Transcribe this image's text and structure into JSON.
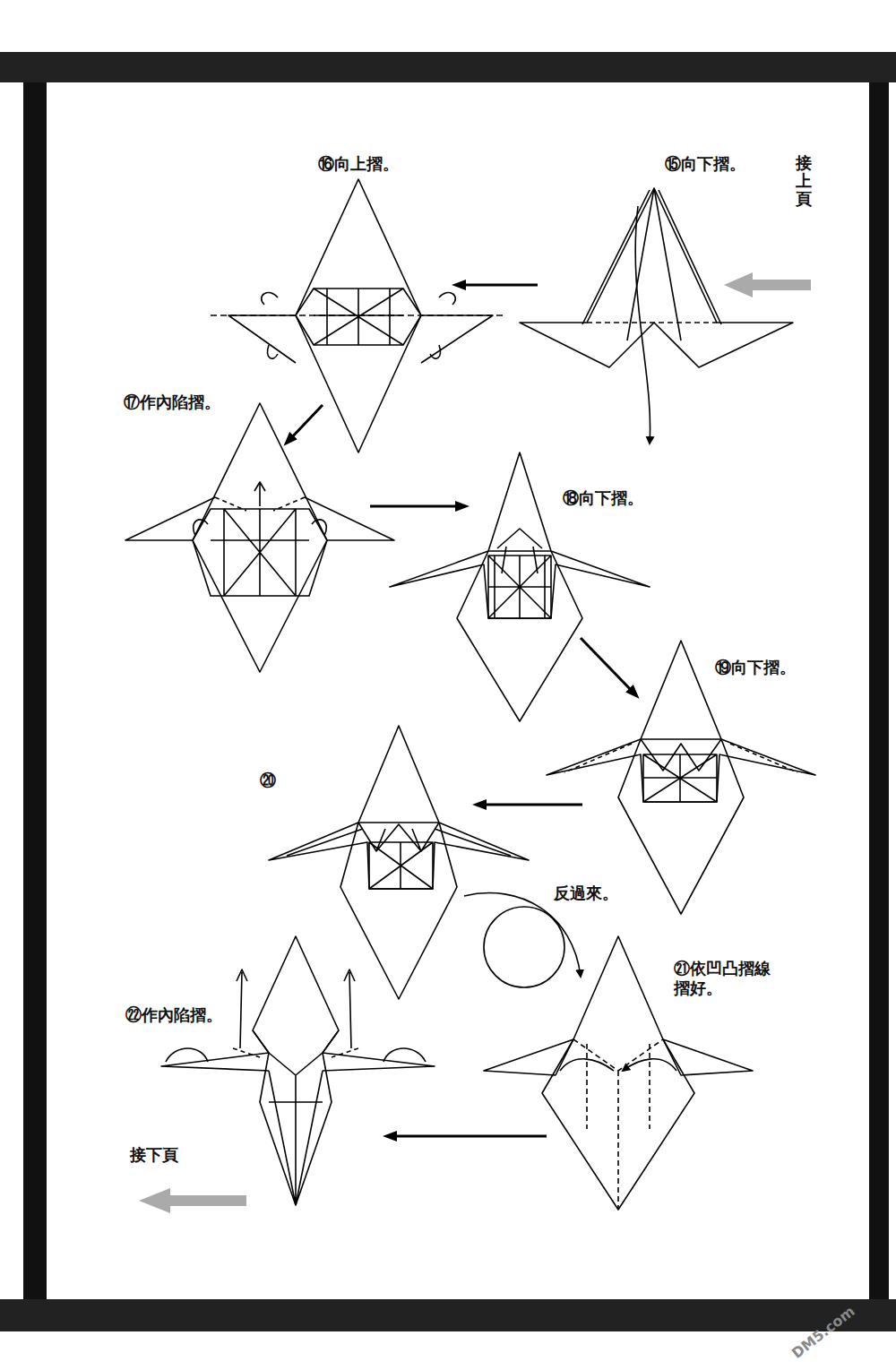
{
  "diagram": {
    "labels": [
      "⑯向上摺。",
      "⑮向下摺。",
      "接上頁",
      "⑰作內陷摺。",
      "⑱向下摺。",
      "⑲向下摺。",
      "⑳",
      "反過來。",
      "㉑依凹凸摺線 摺好。",
      "㉒作內陷摺。",
      "接下頁",
      "DM5.com"
    ]
  }
}
